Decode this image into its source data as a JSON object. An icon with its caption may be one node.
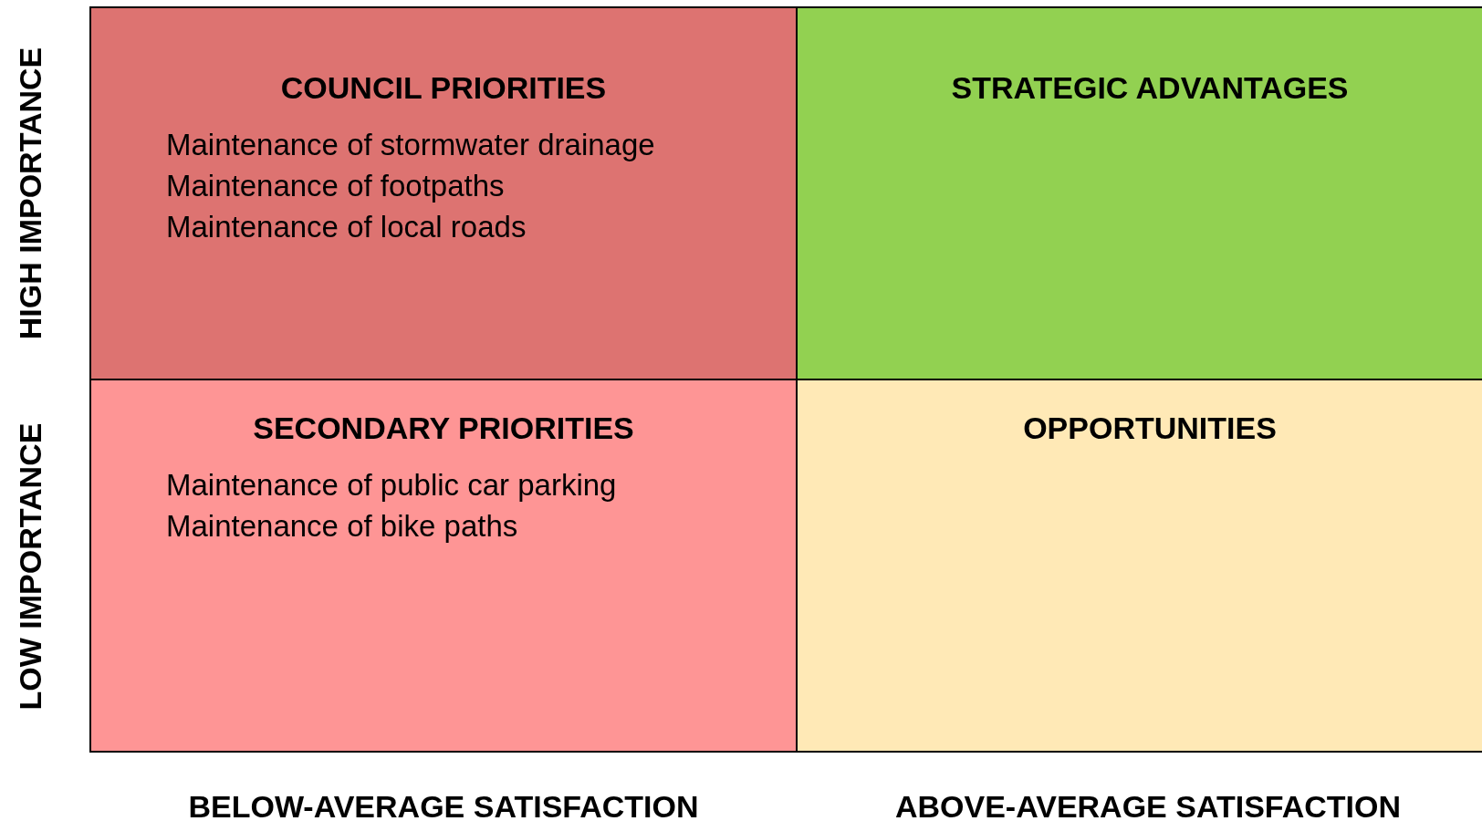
{
  "diagram": {
    "nodes": [
      {
        "text": [
          "COUNCIL PRIORITIES",
          "Maintenance of stormwater drainage",
          "Maintenance of footpaths",
          "Maintenance of local roads"
        ]
      },
      {
        "text": [
          "STRATEGIC ADVANTAGES"
        ]
      },
      {
        "text": [
          "SECONDARY PRIORITIES",
          "Maintenance of public car parking",
          "Maintenance of bike paths"
        ]
      },
      {
        "text": [
          "OPPORTUNITIES"
        ]
      }
    ],
    "labels": [
      "HIGH IMPORTANCE",
      "LOW IMPORTANCE",
      "BELOW-AVERAGE SATISFACTION",
      "ABOVE-AVERAGE SATISFACTION"
    ]
  }
}
